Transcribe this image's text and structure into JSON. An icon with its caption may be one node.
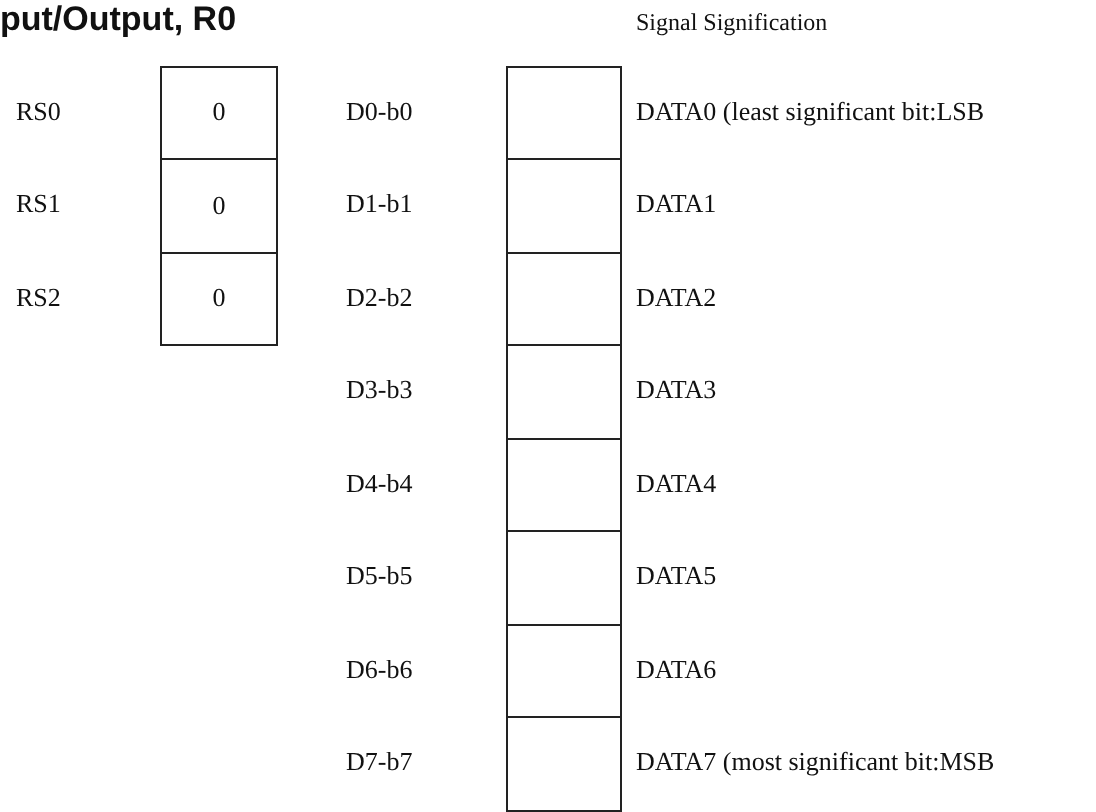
{
  "diagram": {
    "title": "put/Output, R0",
    "nodes": [
      {
        "text": [
          "0"
        ]
      },
      {
        "text": [
          "0"
        ]
      },
      {
        "text": [
          "0"
        ]
      },
      {
        "text": [],
        "shape": "box"
      },
      {
        "text": [],
        "shape": "box"
      },
      {
        "text": [],
        "shape": "box"
      },
      {
        "text": [],
        "shape": "box"
      },
      {
        "text": [],
        "shape": "box"
      },
      {
        "text": [],
        "shape": "box"
      },
      {
        "text": [],
        "shape": "box"
      },
      {
        "text": [],
        "shape": "box"
      }
    ],
    "labels": [
      "Signal Signification",
      "RS0",
      "D0-b0",
      "DATA0 (least significant bit:LSB",
      "RS1",
      "D1-b1",
      "DATA1",
      "RS2",
      "D2-b2",
      "DATA2",
      "D3-b3",
      "DATA3",
      "D4-b4",
      "DATA4",
      "D5-b5",
      "DATA5",
      "D6-b6",
      "DATA6",
      "D7-b7",
      "DATA7 (most significant bit:MSB"
    ]
  }
}
